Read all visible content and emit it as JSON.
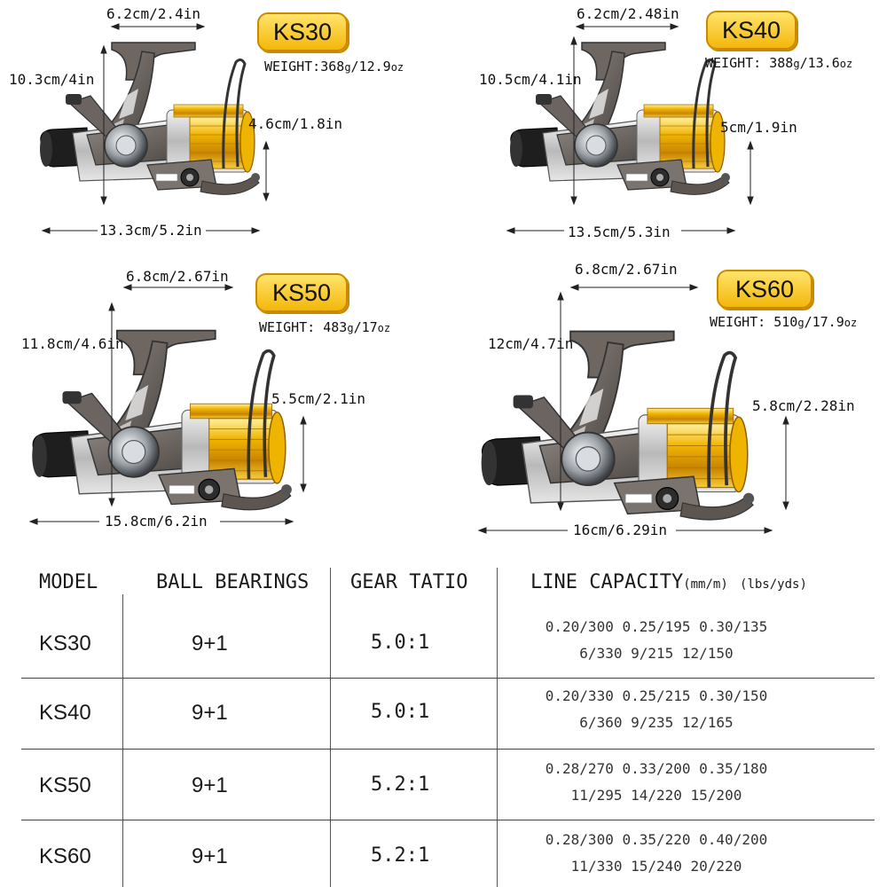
{
  "colors": {
    "badge_fill": "#f9cf2a",
    "badge_border": "#c98a00",
    "spool_gold": "#e5a100",
    "reel_body": "#6b6460"
  },
  "reels": [
    {
      "model": "KS30",
      "weight_label": "WEIGHT:",
      "weight_g": "368",
      "weight_g_unit": "g",
      "weight_oz": "/12.9",
      "weight_oz_unit": "oz",
      "top_width": "6.2cm/2.4in",
      "height": "10.3cm/4in",
      "spool_height": "4.6cm/1.8in",
      "length": "13.3cm/5.2in"
    },
    {
      "model": "KS40",
      "weight_label": "WEIGHT:",
      "weight_g": " 388",
      "weight_g_unit": "g",
      "weight_oz": "/13.6",
      "weight_oz_unit": "oz",
      "top_width": "6.2cm/2.48in",
      "height": "10.5cm/4.1in",
      "spool_height": "5cm/1.9in",
      "length": "13.5cm/5.3in"
    },
    {
      "model": "KS50",
      "weight_label": "WEIGHT:",
      "weight_g": " 483",
      "weight_g_unit": "g",
      "weight_oz": "/17",
      "weight_oz_unit": "oz",
      "top_width": "6.8cm/2.67in",
      "height": "11.8cm/4.6in",
      "spool_height": "5.5cm/2.1in",
      "length": "15.8cm/6.2in"
    },
    {
      "model": "KS60",
      "weight_label": "WEIGHT:",
      "weight_g": " 510",
      "weight_g_unit": "g",
      "weight_oz": "/17.9",
      "weight_oz_unit": "oz",
      "top_width": "6.8cm/2.67in",
      "height": "12cm/4.7in",
      "spool_height": "5.8cm/2.28in",
      "length": "16cm/6.29in"
    }
  ],
  "table": {
    "headers": {
      "model": "MODEL",
      "bearings": "BALL BEARINGS",
      "gear": "GEAR TATIO",
      "capacity": "LINE CAPACITY",
      "capacity_unit_a": "(mm/m)",
      "capacity_unit_b": "(lbs/yds)"
    },
    "rows": [
      {
        "model": "KS30",
        "bearings": "9+1",
        "gear": "5.0:1",
        "cap_mm": "0.20/300 0.25/195 0.30/135",
        "cap_lbs": "6/330   9/215   12/150"
      },
      {
        "model": "KS40",
        "bearings": "9+1",
        "gear": "5.0:1",
        "cap_mm": "0.20/330 0.25/215 0.30/150",
        "cap_lbs": "6/360   9/235   12/165"
      },
      {
        "model": "KS50",
        "bearings": "9+1",
        "gear": "5.2:1",
        "cap_mm": "0.28/270 0.33/200 0.35/180",
        "cap_lbs": "11/295   14/220   15/200"
      },
      {
        "model": "KS60",
        "bearings": "9+1",
        "gear": "5.2:1",
        "cap_mm": "0.28/300 0.35/220 0.40/200",
        "cap_lbs": "11/330   15/240   20/220"
      }
    ]
  }
}
